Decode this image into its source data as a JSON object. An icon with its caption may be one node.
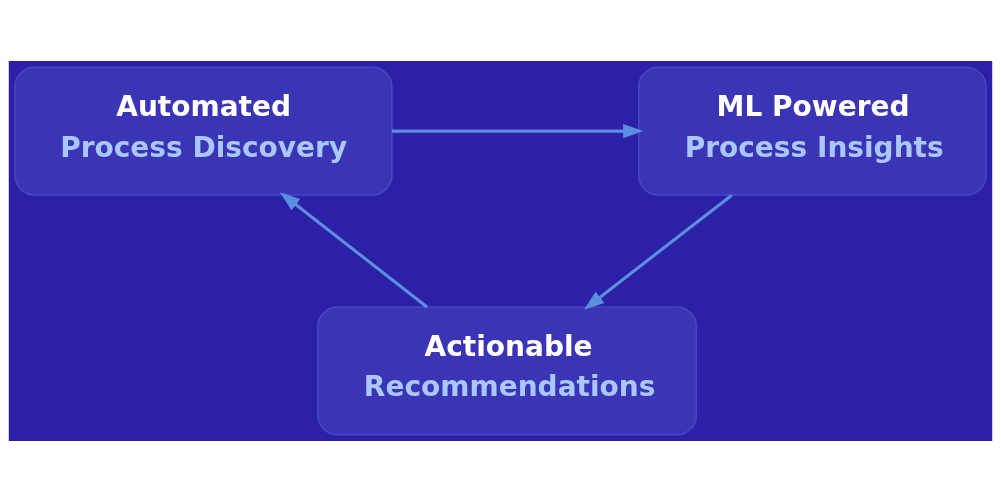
{
  "diagram": {
    "nodes": [
      {
        "text": [
          "Automated",
          "Process Discovery"
        ]
      },
      {
        "text": [
          "ML Powered",
          "Process Insights"
        ]
      },
      {
        "text": [
          "Actionable",
          "Recommendations"
        ]
      }
    ],
    "edges": [
      {
        "from": 0,
        "to": 1,
        "arrow": "to"
      },
      {
        "from": 1,
        "to": 2,
        "arrow": "to"
      },
      {
        "from": 2,
        "to": 0,
        "arrow": "to"
      }
    ]
  }
}
